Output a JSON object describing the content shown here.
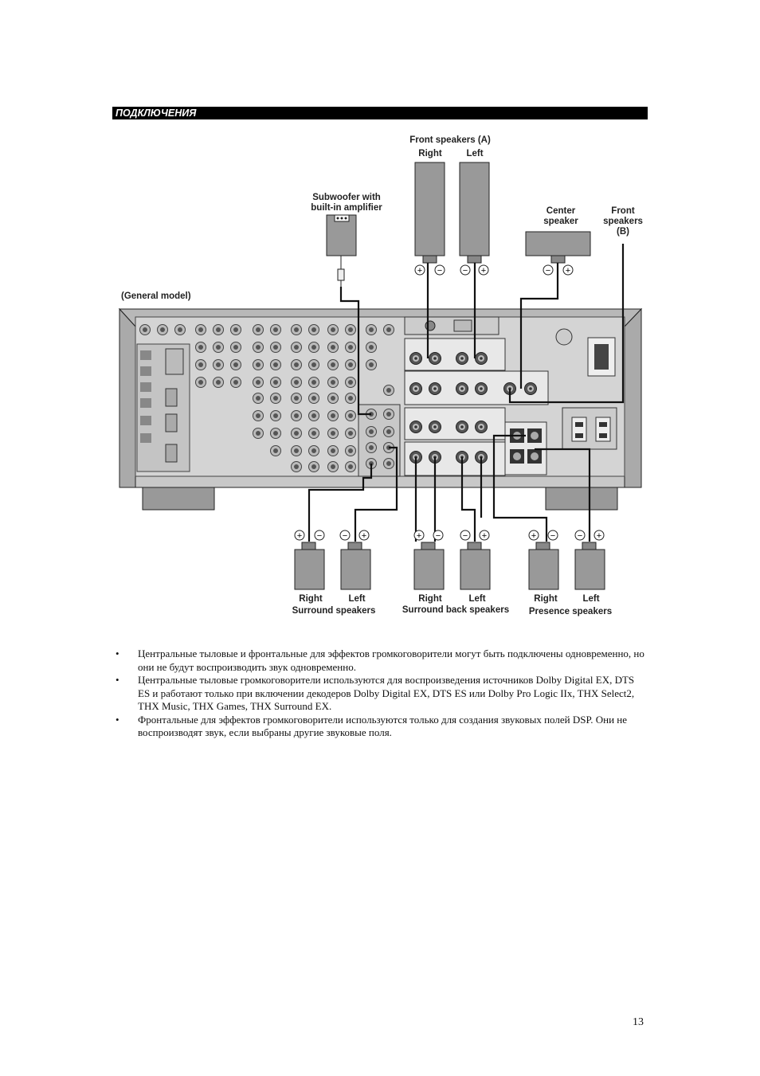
{
  "section": {
    "title": "ПОДКЛЮЧЕНИЯ"
  },
  "diagram": {
    "model_label": "(General model)",
    "subwoofer_label_1": "Subwoofer with",
    "subwoofer_label_2": "built-in amplifier",
    "front_a_label": "Front speakers (A)",
    "front_a_right": "Right",
    "front_a_left": "Left",
    "center_label_1": "Center",
    "center_label_2": "speaker",
    "front_b_label_1": "Front",
    "front_b_label_2": "speakers",
    "front_b_label_3": "(B)",
    "surround_right": "Right",
    "surround_left": "Left",
    "surround_label": "Surround speakers",
    "surround_back_right": "Right",
    "surround_back_left": "Left",
    "surround_back_label": "Surround back speakers",
    "presence_right": "Right",
    "presence_left": "Left",
    "presence_label": "Presence speakers",
    "plus_symbol": "+",
    "minus_symbol": "−"
  },
  "notes": [
    "Центральные тыловые и фронтальные для эффектов громкоговорители могут быть подключены одновременно, но они не будут воспроизводить звук одновременно.",
    "Центральные тыловые громкоговорители используются для воспроизведения источников Dolby Digital EX, DTS ES и работают только при включении декодеров Dolby Digital EX, DTS ES или Dolby Pro Logic IIx, THX Select2, THX Music, THX Games, THX Surround EX.",
    "Фронтальные для эффектов громкоговорители используются только для создания звуковых полей DSP. Они не воспроизводят звук, если выбраны другие звуковые поля."
  ],
  "bullet_symbol": "•",
  "page_number": "13"
}
